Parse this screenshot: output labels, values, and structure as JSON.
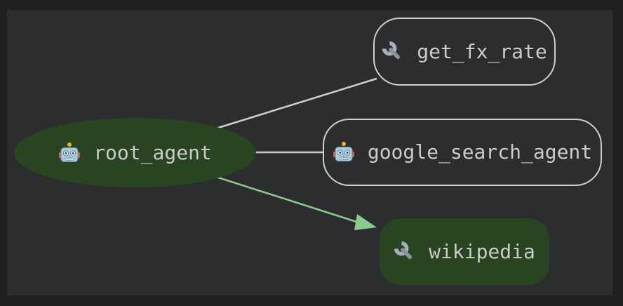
{
  "graph": {
    "nodes": {
      "root_agent": {
        "label": "root_agent",
        "icon": "robot-icon",
        "kind": "agent"
      },
      "get_fx_rate": {
        "label": "get_fx_rate",
        "icon": "wrench-icon",
        "kind": "tool"
      },
      "google_search_agent": {
        "label": "google_search_agent",
        "icon": "robot-icon",
        "kind": "agent"
      },
      "wikipedia": {
        "label": "wikipedia",
        "icon": "wrench-icon",
        "kind": "tool"
      }
    },
    "edges": [
      {
        "from": "root_agent",
        "to": "get_fx_rate",
        "arrow": false,
        "color": "#cfcfcf"
      },
      {
        "from": "root_agent",
        "to": "google_search_agent",
        "arrow": false,
        "color": "#cfcfcf"
      },
      {
        "from": "root_agent",
        "to": "wikipedia",
        "arrow": true,
        "color": "#8ccb8d"
      }
    ],
    "colors": {
      "page_background": "#202020",
      "canvas_background": "#2b2d2f",
      "highlighted_node_fill": "#294421",
      "node_border": "#cfcfcf",
      "edge_default": "#cfcfcf",
      "edge_highlight": "#8ccb8d",
      "label_text": "#cbcbcb"
    }
  }
}
